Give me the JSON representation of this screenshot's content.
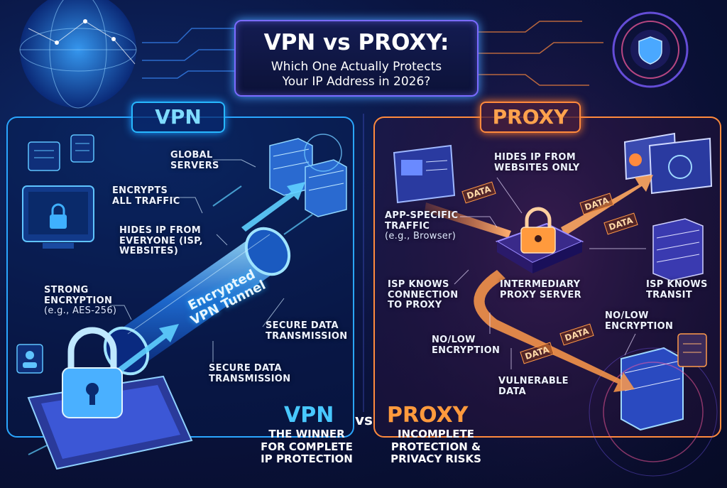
{
  "title": {
    "main": "VPN vs PROXY:",
    "line1": "Which One Actually Protects",
    "line2": "Your IP Address in 2026?"
  },
  "vpn": {
    "heading": "VPN",
    "tunnel_line1": "Encrypted",
    "tunnel_line2": "VPN Tunnel",
    "labels": {
      "global_servers_1": "Global",
      "global_servers_2": "Servers",
      "encrypts_1": "Encrypts",
      "encrypts_2": "All Traffic",
      "hides_1": "Hides IP From",
      "hides_2": "Everyone (ISP,",
      "hides_3": "Websites)",
      "strong_1": "Strong",
      "strong_2": "Encryption",
      "strong_3": "(e.g., AES-256)",
      "secure1_1": "Secure Data",
      "secure1_2": "Transmission",
      "secure2_1": "Secure Data",
      "secure2_2": "Transmission"
    }
  },
  "proxy": {
    "heading": "PROXY",
    "labels": {
      "hides_1": "Hides IP From",
      "hides_2": "Websites Only",
      "app_1": "App-Specific",
      "app_2": "Traffic",
      "app_3": "(e.g., Browser)",
      "isp_conn_1": "ISP Knows",
      "isp_conn_2": "Connection",
      "isp_conn_3": "To Proxy",
      "intermediary_1": "Intermediary",
      "intermediary_2": "Proxy Server",
      "isp_transit_1": "ISP Knows",
      "isp_transit_2": "Transit",
      "nolow_right_1": "No/Low",
      "nolow_right_2": "Encryption",
      "nolow_left_1": "No/Low",
      "nolow_left_2": "Encryption",
      "vulnerable_1": "Vulnerable",
      "vulnerable_2": "Data"
    },
    "data_tags": [
      "DATA",
      "DATA",
      "DATA",
      "DATA",
      "DATA"
    ]
  },
  "verdict": {
    "vpn": "VPN",
    "vs": "vs",
    "proxy": "PROXY",
    "vpn_line1": "The Winner",
    "vpn_line2": "For Complete",
    "vpn_line3": "IP Protection",
    "proxy_line1": "Incomplete",
    "proxy_line2": "Protection &",
    "proxy_line3": "Privacy Risks"
  },
  "colors": {
    "vpn_accent": "#27b8ff",
    "proxy_accent": "#ff8a3d",
    "title_border": "#7a6bff",
    "background": "#0a0f2e"
  },
  "icons": [
    "globe-icon",
    "shield-icon",
    "padlock-icon",
    "server-icon",
    "browser-window-icon",
    "smartphone-icon",
    "monitor-icon",
    "document-icon",
    "user-card-icon"
  ]
}
